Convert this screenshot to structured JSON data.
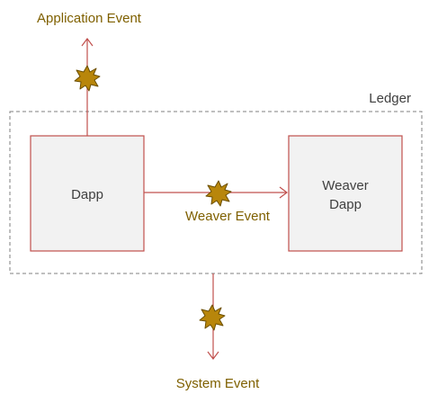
{
  "container": {
    "label": "Ledger"
  },
  "nodes": {
    "dapp": {
      "label": "Dapp"
    },
    "weaver_dapp": {
      "label_line1": "Weaver",
      "label_line2": "Dapp"
    }
  },
  "events": {
    "application": {
      "label": "Application Event"
    },
    "weaver": {
      "label": "Weaver Event"
    },
    "system": {
      "label": "System Event"
    }
  },
  "colors": {
    "box_border": "#c0504d",
    "box_fill": "#f2f2f2",
    "edge": "#c0504d",
    "event_text": "#7f6000",
    "burst_fill": "#b8860b",
    "burst_stroke": "#6b4e00",
    "ledger_border": "#7f7f7f",
    "body_text": "#404040"
  },
  "icons": {
    "event_marker": "burst-icon"
  }
}
